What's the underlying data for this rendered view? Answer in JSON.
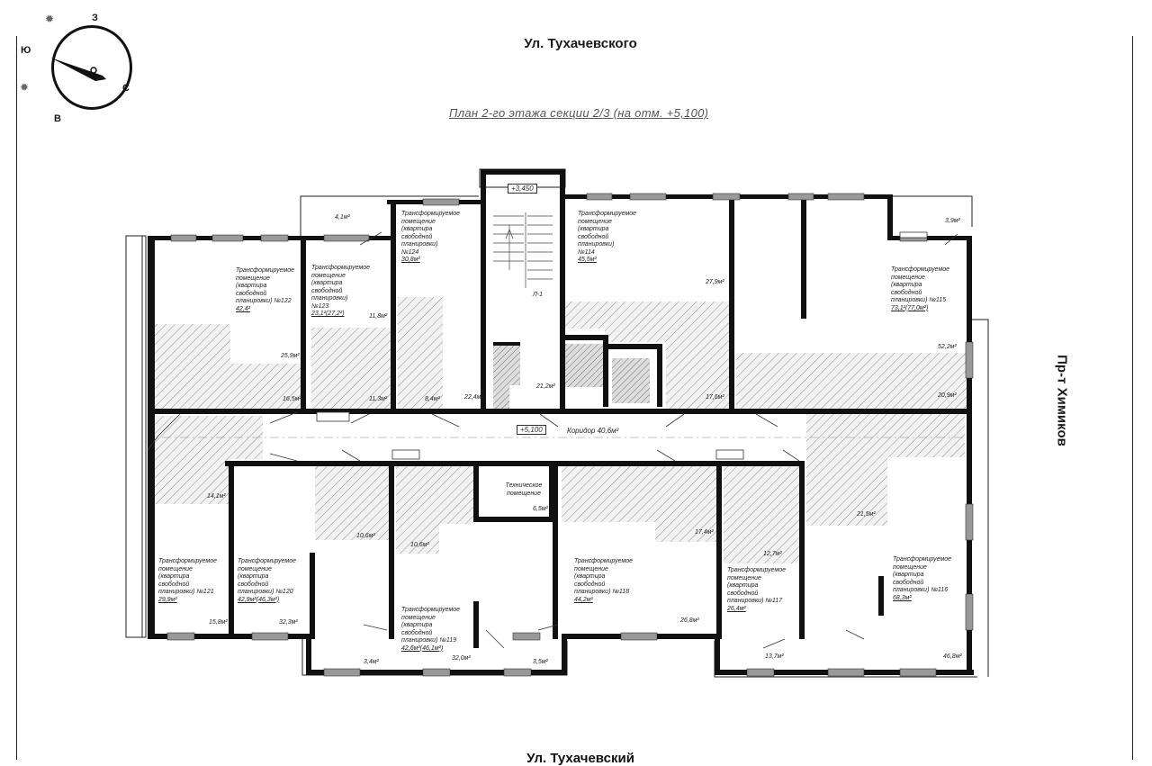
{
  "compass": {
    "north": "З",
    "east": "С",
    "south": "В",
    "west": "Ю"
  },
  "streets": {
    "top": "Ул. Тухачевского",
    "right": "Пр-т Химиков",
    "bottom": "Ул. Тухачевский"
  },
  "plan_title": "План 2-го этажа секции 2/3 (на отм. +5,100)",
  "level_marks": {
    "stairs": "+3,450",
    "corridor": "+5,100"
  },
  "stair_label": "Л-1",
  "corridor_label": "Коридор 40,6м²",
  "technical_room": {
    "name": "Техническое помещение",
    "area": "6,5м²"
  },
  "rooms": [
    {
      "lines": [
        "Трансформируемое",
        "помещение",
        "(квартира",
        "свободной",
        "планировки) №122"
      ],
      "area": "42,4²"
    },
    {
      "lines": [
        "Трансформируемое",
        "помещение",
        "(квартира",
        "свободной",
        "планировки)",
        "№123"
      ],
      "area": "23,1²(27,2²)"
    },
    {
      "lines": [
        "Трансформируемое",
        "помещение",
        "(квартира",
        "свободной",
        "планировки)",
        "№124"
      ],
      "area": "30,8м²"
    },
    {
      "lines": [
        "Трансформируемое",
        "помещение",
        "(квартира",
        "свободной",
        "планировки)",
        "№114"
      ],
      "area": "45,5м²"
    },
    {
      "lines": [
        "Трансформируемое",
        "помещение",
        "(квартира",
        "свободной",
        "планировки) №115"
      ],
      "area": "73,1²(77,0м²)"
    },
    {
      "lines": [
        "Трансформируемое",
        "помещение",
        "(квартира",
        "свободной",
        "планировки) №121"
      ],
      "area": "29,9м²"
    },
    {
      "lines": [
        "Трансформируемое",
        "помещение",
        "(квартира",
        "свободной",
        "планировки) №120"
      ],
      "area": "42,9м²(46,3м²)"
    },
    {
      "lines": [
        "Трансформируемое",
        "помещение",
        "(квартира",
        "свободной",
        "планировки) №119"
      ],
      "area": "42,6м²(46,1м²)"
    },
    {
      "lines": [
        "Трансформируемое",
        "помещение",
        "(квартира",
        "свободной",
        "планировки) №118"
      ],
      "area": "44,2м²"
    },
    {
      "lines": [
        "Трансформируемое",
        "помещение",
        "(квартира",
        "свободной",
        "планировки) №117"
      ],
      "area": "26,4м²"
    },
    {
      "lines": [
        "Трансформируемое",
        "помещение",
        "(квартира",
        "свободной",
        "планировки) №116"
      ],
      "area": "68,3м²"
    }
  ],
  "areas": [
    "4,1м²",
    "11,8м²",
    "25,9м²",
    "16,5м²",
    "11,3м²",
    "8,4м²",
    "22,4м²",
    "21,2м²",
    "27,9м²",
    "17,6м²",
    "3,9м²",
    "52,2м²",
    "20,9м²",
    "14,1м²",
    "10,6м²",
    "10,6м²",
    "17,4м²",
    "12,7м²",
    "21,5м²",
    "15,8м²",
    "32,3м²",
    "3,4м²",
    "32,0м²",
    "3,5м²",
    "26,8м²",
    "13,7м²",
    "46,8м²"
  ]
}
